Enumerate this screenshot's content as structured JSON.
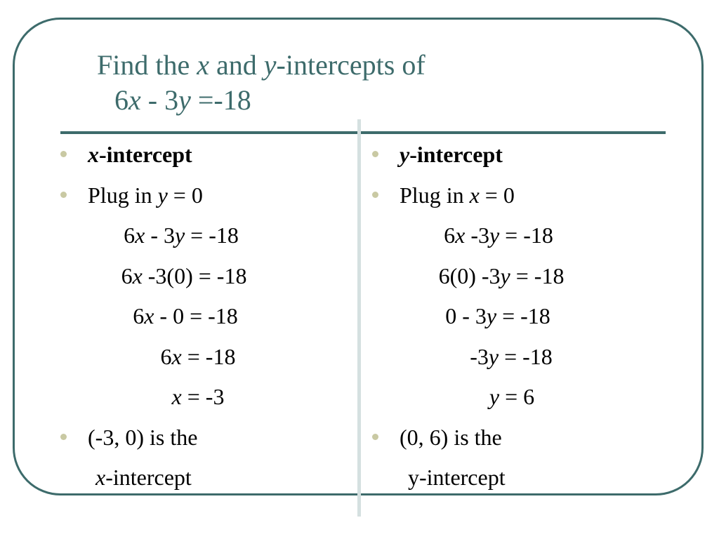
{
  "title": {
    "line1": {
      "pre": "Find the ",
      "var1": "x",
      "mid": " and ",
      "var2": "y",
      "post": "-intercepts of"
    },
    "line2": {
      "a": "6",
      "var1": "x",
      "b": " - 3",
      "var2": "y",
      "c": " =-18"
    }
  },
  "left": {
    "heading": {
      "var": "x",
      "text": "-intercept"
    },
    "plug": {
      "pre": "Plug in ",
      "var": "y",
      "post": " = 0"
    },
    "steps": [
      {
        "a": "6",
        "var1": "x",
        "b": " - 3",
        "var2": "y",
        "c": " = -18"
      },
      {
        "a": "6",
        "var1": "x",
        "b": " -3(0) = -18"
      },
      {
        "a": "6",
        "var1": "x",
        "b": " - 0 = -18"
      },
      {
        "a": "6",
        "var1": "x",
        "b": " = -18"
      },
      {
        "var1": "x",
        "b": " = -3"
      }
    ],
    "result": {
      "line1": "(-3, 0) is the",
      "line2_var": "x",
      "line2_text": "-intercept"
    }
  },
  "right": {
    "heading": {
      "var": "y",
      "text": "-intercept"
    },
    "plug": {
      "pre": "Plug in ",
      "var": "x",
      "post": " = 0"
    },
    "steps": [
      {
        "a": "6",
        "var1": "x",
        "b": " -3",
        "var2": "y",
        "c": " = -18"
      },
      {
        "a": "6(0) -3",
        "var2": "y",
        "c": " = -18"
      },
      {
        "a": "0 - 3",
        "var2": "y",
        "c": " = -18"
      },
      {
        "a": "-3",
        "var2": "y",
        "c": " = -18"
      },
      {
        "var2": "y",
        "c": " = 6"
      }
    ],
    "result": {
      "line1": "(0, 6) is the",
      "line2_text": "y-intercept"
    }
  },
  "colors": {
    "frame": "#3d6b6b",
    "title": "#3d6b6b",
    "divider": "#d5e0e0",
    "bullet": "#c9c9a3"
  }
}
